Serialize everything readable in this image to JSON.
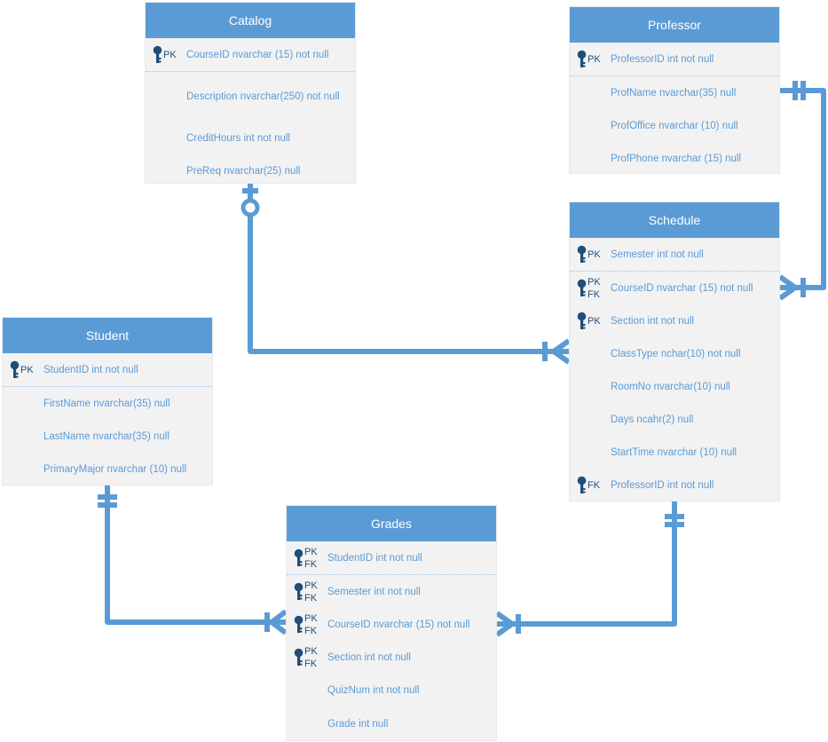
{
  "colors": {
    "header_bg": "#5b9bd5",
    "header_text": "#ffffff",
    "body_bg": "#f2f2f2",
    "column_text": "#5b9bd5",
    "key_icon": "#1f4e79",
    "connector": "#5b9bd5"
  },
  "entities": {
    "catalog": {
      "title": "Catalog",
      "columns": [
        {
          "keys": [
            "PK"
          ],
          "text": "CourseID nvarchar (15) not null"
        },
        {
          "keys": [],
          "text": "Description nvarchar(250) not null"
        },
        {
          "keys": [],
          "text": "CreditHours int not null"
        },
        {
          "keys": [],
          "text": "PreReq nvarchar(25) null"
        }
      ]
    },
    "professor": {
      "title": "Professor",
      "columns": [
        {
          "keys": [
            "PK"
          ],
          "text": "ProfessorID int not null"
        },
        {
          "keys": [],
          "text": "ProfName nvarchar(35) null"
        },
        {
          "keys": [],
          "text": "ProfOffice nvarchar (10) null"
        },
        {
          "keys": [],
          "text": "ProfPhone nvarchar (15) null"
        }
      ]
    },
    "schedule": {
      "title": "Schedule",
      "columns": [
        {
          "keys": [
            "PK"
          ],
          "text": "Semester int not null"
        },
        {
          "keys": [
            "PK",
            "FK"
          ],
          "text": "CourseID nvarchar (15) not null"
        },
        {
          "keys": [
            "PK"
          ],
          "text": "Section int not null"
        },
        {
          "keys": [],
          "text": "ClassType nchar(10) not null"
        },
        {
          "keys": [],
          "text": "RoomNo nvarchar(10) null"
        },
        {
          "keys": [],
          "text": "Days ncahr(2) null"
        },
        {
          "keys": [],
          "text": "StartTime nvarchar (10) null"
        },
        {
          "keys": [
            "FK"
          ],
          "text": "ProfessorID int not null"
        }
      ]
    },
    "student": {
      "title": "Student",
      "columns": [
        {
          "keys": [
            "PK"
          ],
          "text": "StudentID int not null"
        },
        {
          "keys": [],
          "text": "FirstName nvarchar(35) null"
        },
        {
          "keys": [],
          "text": "LastName nvarchar(35) null"
        },
        {
          "keys": [],
          "text": "PrimaryMajor nvarchar (10) null"
        }
      ]
    },
    "grades": {
      "title": "Grades",
      "columns": [
        {
          "keys": [
            "PK",
            "FK"
          ],
          "text": "StudentID int not null"
        },
        {
          "keys": [
            "PK",
            "FK"
          ],
          "text": "Semester int not null"
        },
        {
          "keys": [
            "PK",
            "FK"
          ],
          "text": "CourseID nvarchar (15) not null"
        },
        {
          "keys": [
            "PK",
            "FK"
          ],
          "text": "Section int not null"
        },
        {
          "keys": [],
          "text": "QuizNum int not null"
        },
        {
          "keys": [],
          "text": "Grade int null"
        }
      ]
    }
  },
  "relationships": [
    {
      "from": "catalog",
      "from_end": "zero-or-one",
      "to": "schedule",
      "to_end": "one-or-many"
    },
    {
      "from": "professor",
      "from_end": "one-and-only-one",
      "to": "schedule",
      "to_end": "one-or-many"
    },
    {
      "from": "student",
      "from_end": "one-and-only-one",
      "to": "grades",
      "to_end": "one-or-many"
    },
    {
      "from": "schedule",
      "from_end": "one-and-only-one",
      "to": "grades",
      "to_end": "one-or-many"
    }
  ]
}
